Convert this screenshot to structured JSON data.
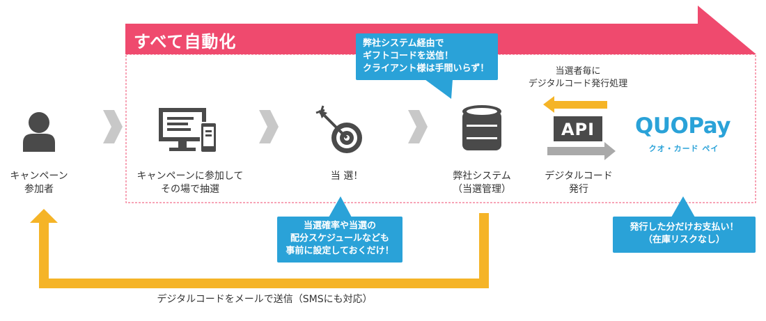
{
  "banner": {
    "title": "すべて自動化",
    "color": "#ef4a6e"
  },
  "nodes": {
    "participant": "キャンペーン\n参加者",
    "join_lottery": "キャンペーンに参加して\nその場で抽選",
    "win": "当 選！",
    "system": "弊社システム\n（当選管理）",
    "issue_code": "デジタルコード\n発行"
  },
  "api": {
    "label": "API",
    "caption": "当選者毎に\nデジタルコード発行処理"
  },
  "quo": {
    "logo": "QUOPay",
    "sub": "クオ・カード ペイ"
  },
  "callouts": {
    "top": "弊社システム経由で\nギフトコードを送信！\nクライアント様は手間いらず！",
    "middle": "当選確率や当選の\n配分スケジュールなども\n事前に設定しておくだけ！",
    "right": "発行した分だけお支払い！\n（在庫リスクなし）"
  },
  "bottom_caption": "デジタルコードをメールで送信（SMSにも対応）",
  "colors": {
    "accent_blue": "#2aa2d8",
    "arrow_yellow": "#f5b427",
    "icon_gray": "#4a4a4a",
    "chevron_gray": "#c8c8c8",
    "dotted_border": "#ef4a6e"
  },
  "icons": [
    "person-icon",
    "devices-icon",
    "target-icon",
    "database-icon",
    "api-icon",
    "quopay-logo"
  ]
}
